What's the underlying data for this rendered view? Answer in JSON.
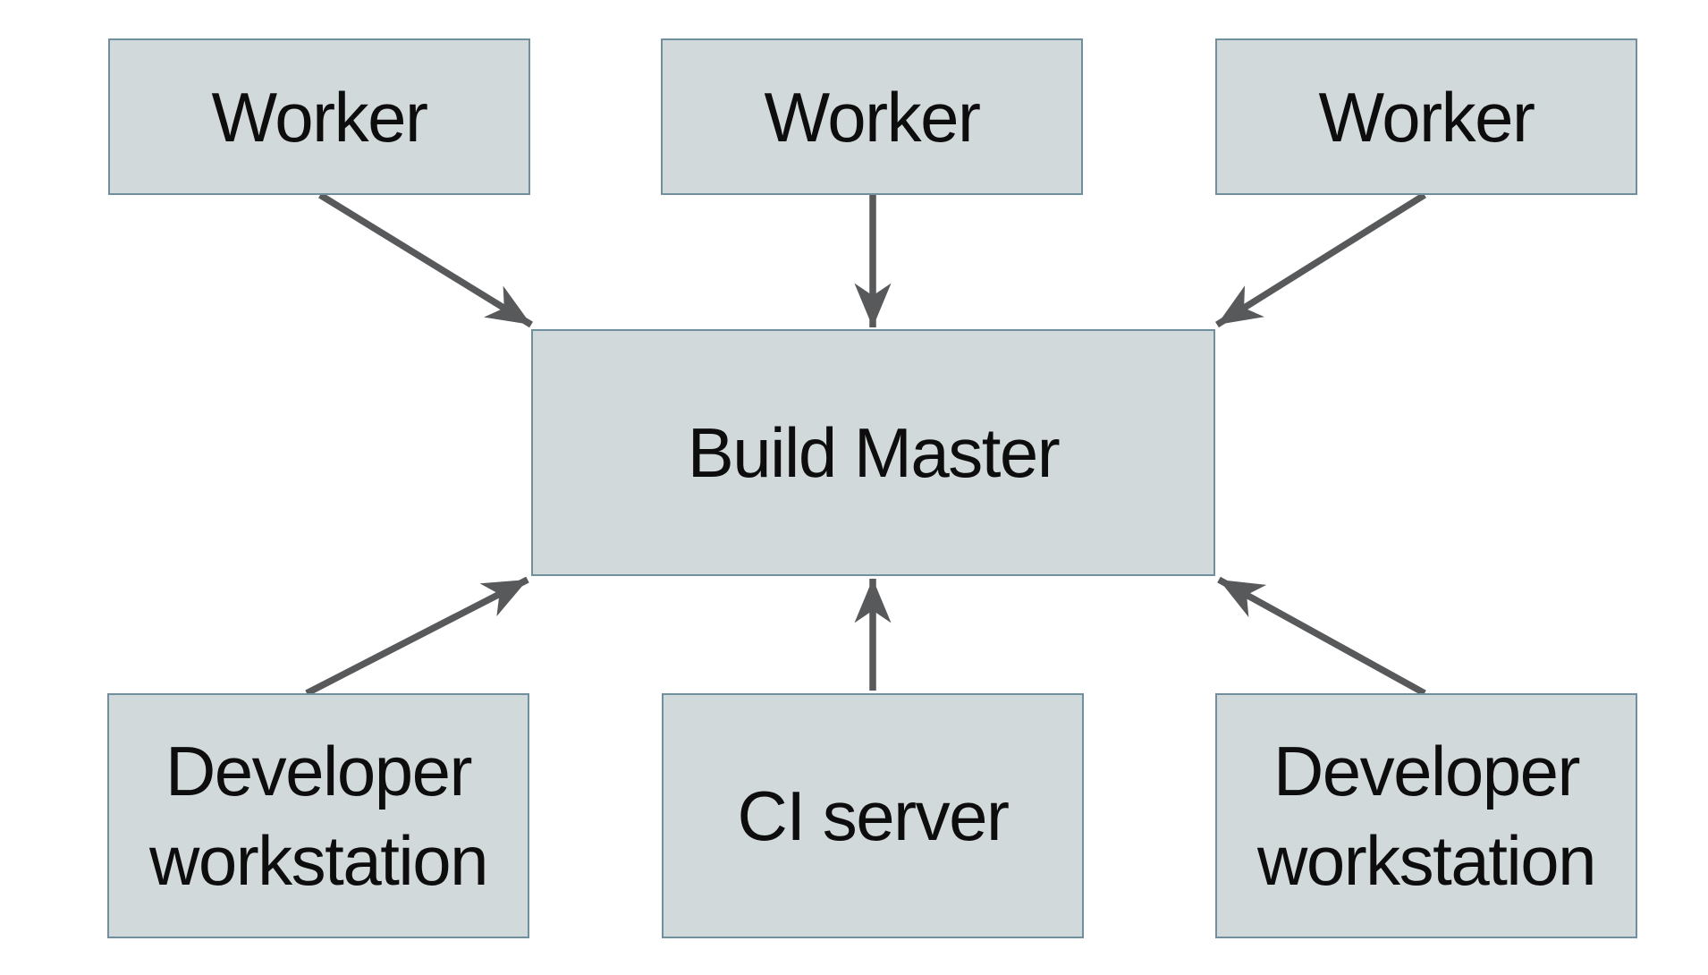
{
  "diagram": {
    "nodes": {
      "worker1": {
        "label": "Worker"
      },
      "worker2": {
        "label": "Worker"
      },
      "worker3": {
        "label": "Worker"
      },
      "build_master": {
        "label": "Build Master"
      },
      "dev_left": {
        "label": "Developer workstation"
      },
      "ci_server": {
        "label": "CI server"
      },
      "dev_right": {
        "label": "Developer workstation"
      }
    },
    "edges": [
      {
        "from": "worker1",
        "to": "build_master"
      },
      {
        "from": "worker2",
        "to": "build_master"
      },
      {
        "from": "worker3",
        "to": "build_master"
      },
      {
        "from": "dev_left",
        "to": "build_master"
      },
      {
        "from": "ci_server",
        "to": "build_master"
      },
      {
        "from": "dev_right",
        "to": "build_master"
      }
    ],
    "colors": {
      "box_fill": "#d2d9db",
      "box_border": "#71909e",
      "arrow": "#58595b",
      "text": "#0d0d0d",
      "background": "#ffffff"
    }
  }
}
